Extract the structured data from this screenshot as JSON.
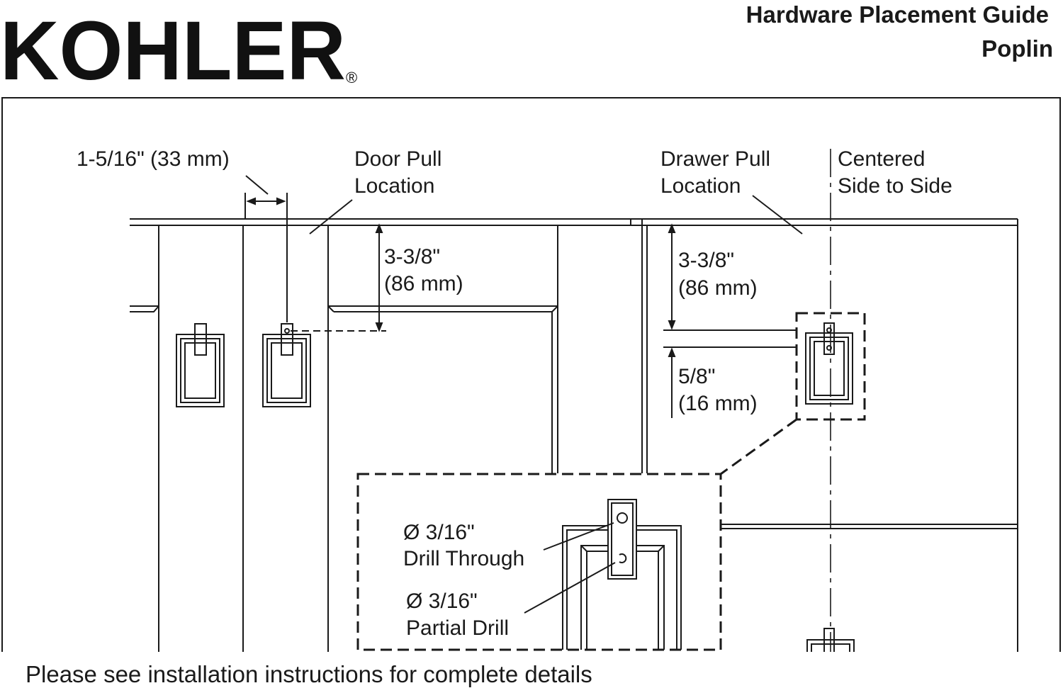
{
  "brand": {
    "name": "KOHLER",
    "registered_mark": "®"
  },
  "header": {
    "title": "Hardware Placement Guide",
    "subtitle": "Poplin"
  },
  "labels": {
    "door_offset": "1-5/16\" (33 mm)",
    "door_pull_line1": "Door Pull",
    "door_pull_line2": "Location",
    "door_height_line1": "3-3/8\"",
    "door_height_line2": "(86 mm)",
    "drawer_pull_line1": "Drawer Pull",
    "drawer_pull_line2": "Location",
    "centered_line1": "Centered",
    "centered_line2": "Side to Side",
    "drawer_height_line1": "3-3/8\"",
    "drawer_height_line2": "(86 mm)",
    "drawer_spacing_line1": "5/8\"",
    "drawer_spacing_line2": "(16 mm)",
    "drill_through_line1": "Ø 3/16\"",
    "drill_through_line2": "Drill Through",
    "partial_drill_line1": "Ø 3/16\"",
    "partial_drill_line2": "Partial Drill"
  },
  "footer": {
    "note": "Please see installation instructions for complete details"
  }
}
